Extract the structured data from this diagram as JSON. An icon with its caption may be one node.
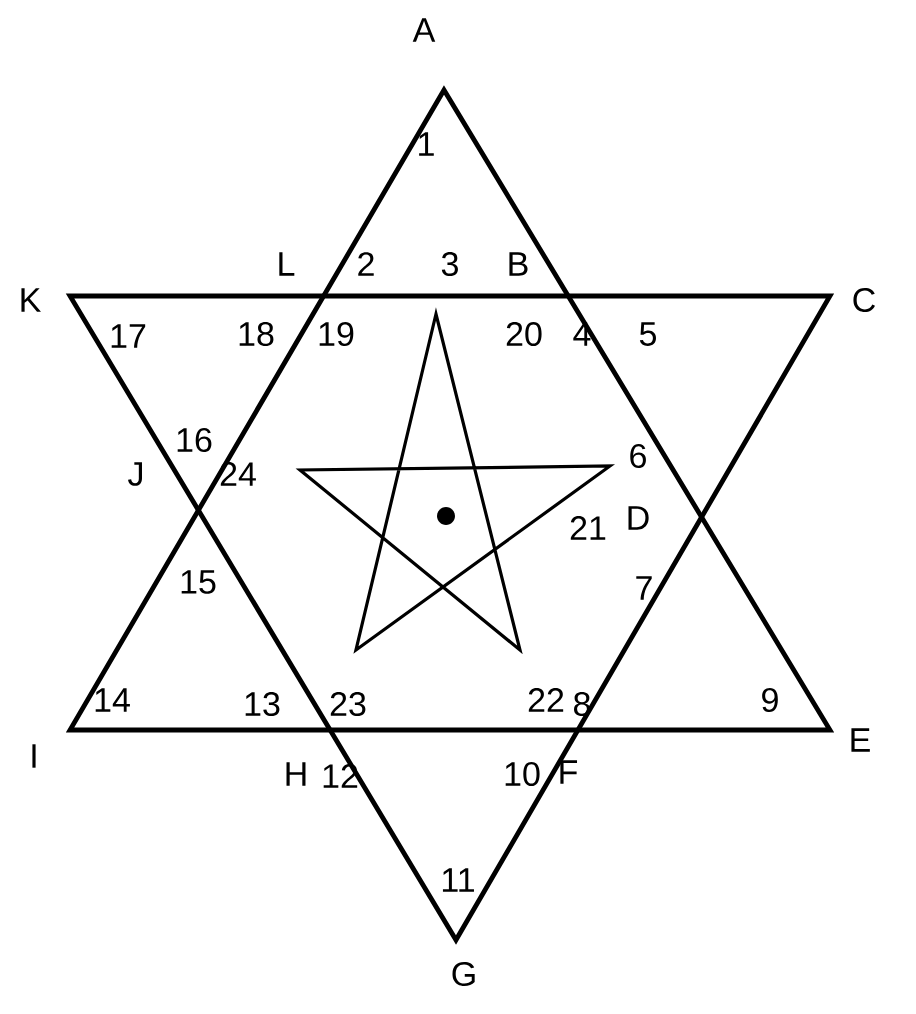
{
  "diagram": {
    "labels": [
      "A",
      "1",
      "L",
      "2",
      "3",
      "B",
      "K",
      "C",
      "17",
      "18",
      "19",
      "20",
      "4",
      "5",
      "16",
      "J",
      "24",
      "6",
      "21",
      "D",
      "15",
      "7",
      "14",
      "13",
      "23",
      "22",
      "8",
      "9",
      "I",
      "E",
      "H",
      "12",
      "10",
      "F",
      "11",
      "G"
    ]
  }
}
